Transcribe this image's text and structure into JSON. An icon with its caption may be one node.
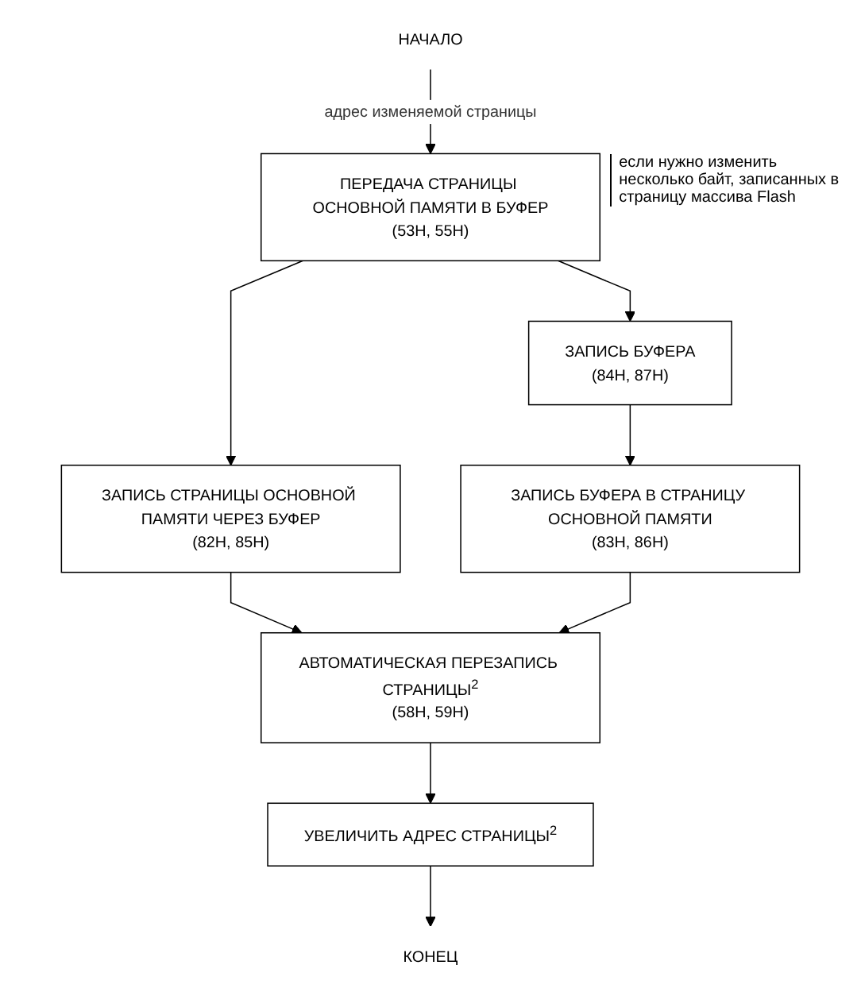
{
  "diagram": {
    "nodes": [
      {
        "text": [
          "НАЧАЛО"
        ]
      },
      {
        "text": [
          "ПЕРЕДАЧА СТРАНИЦЫ ОСНОВНОЙ ПАМЯТИ В БУФЕР",
          "(53H, 55H)"
        ],
        "beside": [
          "если нужно изменить несколько байт, записанных в страницу массива Flash"
        ]
      },
      {
        "text": [
          "ЗАПИСЬ СТРАНИЦЫ ОСНОВНОЙ ПАМЯТИ ЧЕРЕЗ БУФЕР",
          "(82H, 85H)"
        ]
      },
      {
        "text": [
          "ЗАПИСЬ БУФЕРА",
          "(84H, 87H)"
        ]
      },
      {
        "text": [
          "ЗАПИСЬ БУФЕРА В СТРАНИЦУ ОСНОВНОЙ ПАМЯТИ",
          "(83H, 86H)"
        ]
      },
      {
        "text": [
          "АВТОМАТИЧЕСКАЯ ПЕРЕЗАПИСЬ СТРАНИЦЫ$^{2}$",
          "(58H, 59H)"
        ]
      },
      {
        "text": [
          "УВЕЛИЧИТЬ АДРЕС СТРАНИЦЫ$^{2}$"
        ]
      },
      {
        "text": [
          "КОНЕЦ"
        ]
      }
    ],
    "edges": [
      {
        "from": 0,
        "to": 1,
        "arrow": "to",
        "label": "адрес изменяемой страницы"
      },
      {
        "from": 1,
        "to": 2,
        "arrow": "to"
      },
      {
        "from": 1,
        "to": 3,
        "arrow": "to"
      },
      {
        "from": 3,
        "to": 4,
        "arrow": "to"
      },
      {
        "from": 2,
        "to": 5,
        "arrow": "to"
      },
      {
        "from": 4,
        "to": 5,
        "arrow": "to"
      },
      {
        "from": 5,
        "to": 6,
        "arrow": "to"
      },
      {
        "from": 6,
        "to": 7,
        "arrow": "to"
      }
    ]
  }
}
